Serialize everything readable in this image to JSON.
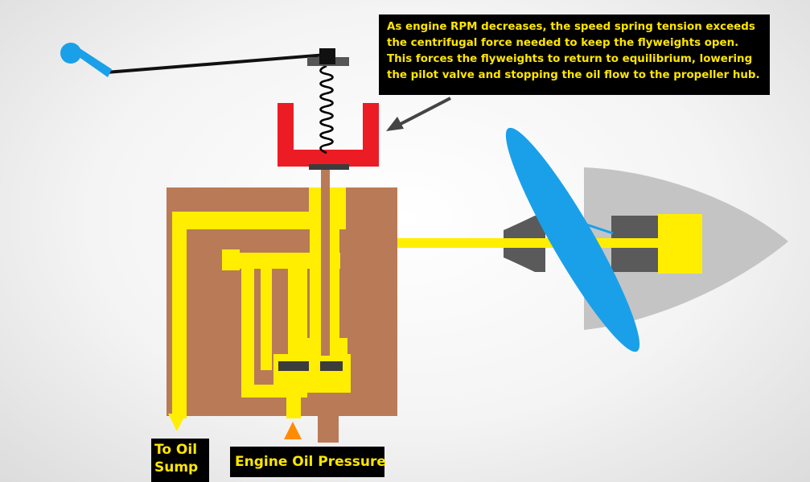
{
  "callout": {
    "text": "As engine RPM decreases, the speed spring tension exceeds the centrifugal force needed to keep the flyweights open. This forces the flyweights to return to equilibrium, lowering the pilot valve and stopping the oil flow to the propeller hub."
  },
  "labels": {
    "to_oil_sump": "To Oil Sump",
    "engine_oil_pressure": "Engine Oil Pressure"
  },
  "colors": {
    "governor_body": "#b97a57",
    "oil": "#ffee00",
    "flyweights": "#ec1c24",
    "blade_and_lever": "#1aa0e8",
    "spinner": "#c4c4c4",
    "cylinder": "#5a5a5a",
    "pressure_arrow": "#ff8c00"
  }
}
